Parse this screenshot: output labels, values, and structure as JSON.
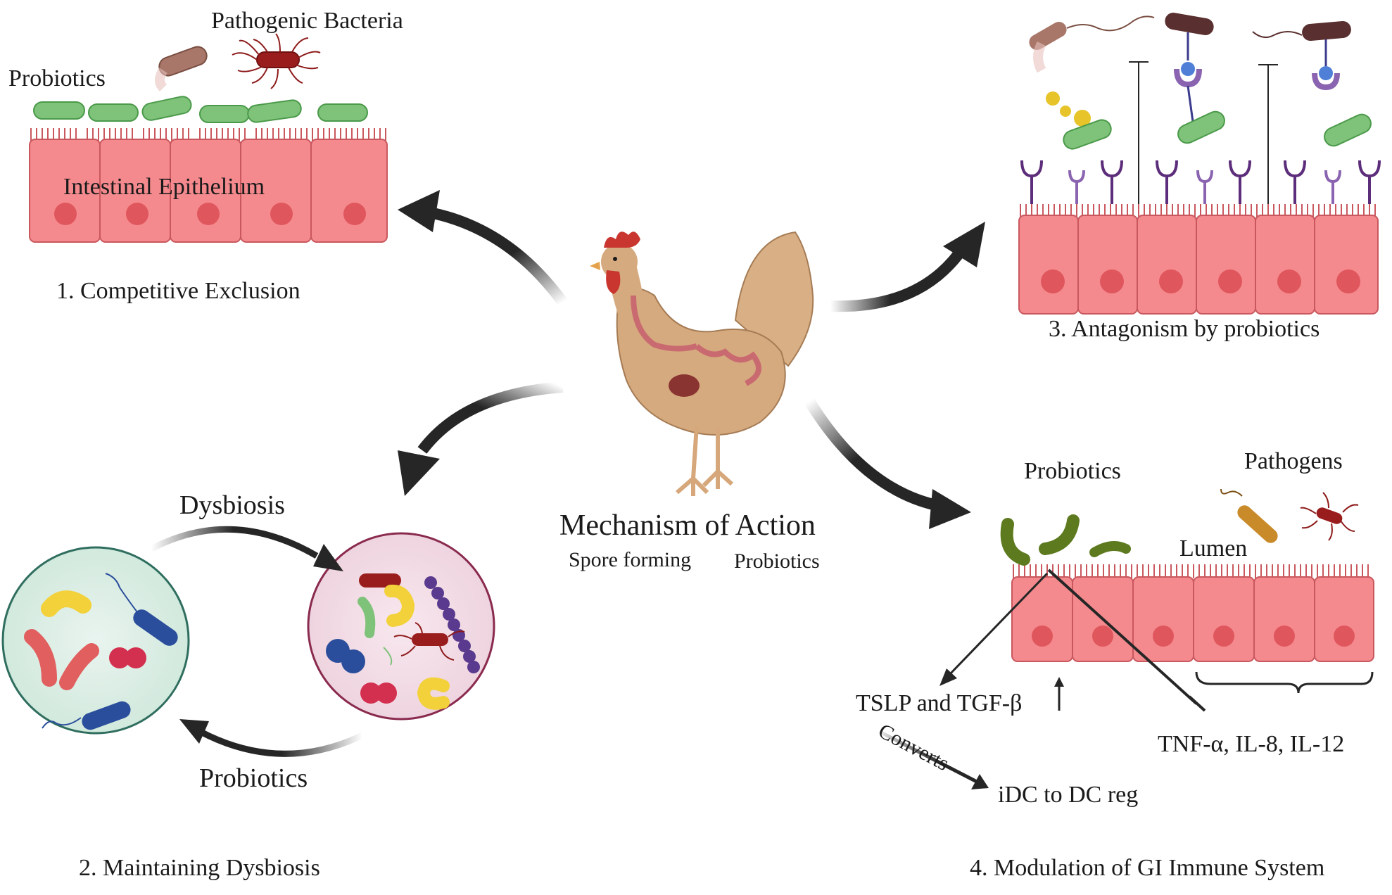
{
  "center": {
    "title": "Mechanism of Action",
    "subtitle_a": "Spore forming",
    "subtitle_b": "Probiotics"
  },
  "panel1": {
    "label_pathogenic": "Pathogenic Bacteria",
    "label_probiotics": "Probiotics",
    "label_epithelium": "Intestinal Epithelium",
    "caption": "1. Competitive Exclusion"
  },
  "panel2": {
    "label_dysbiosis": "Dysbiosis",
    "label_probiotics": "Probiotics",
    "caption": "2. Maintaining Dysbiosis"
  },
  "panel3": {
    "caption": "3. Antagonism by probiotics"
  },
  "panel4": {
    "label_probiotics": "Probiotics",
    "label_pathogens": "Pathogens",
    "label_lumen": "Lumen",
    "label_tslp": "TSLP and TGF-β",
    "label_tnf": "TNF-α, IL-8, IL-12",
    "label_converts": "Converts",
    "label_idc": "iDC to DC reg",
    "caption": "4. Modulation of GI Immune System"
  },
  "colors": {
    "cell_fill": "#f48a8e",
    "cell_stroke": "#c9585e",
    "nucleus": "#e0565d",
    "probiotic_green": "#7fc27a",
    "pathogen_red": "#8e1b1b",
    "arrow": "#262626"
  }
}
